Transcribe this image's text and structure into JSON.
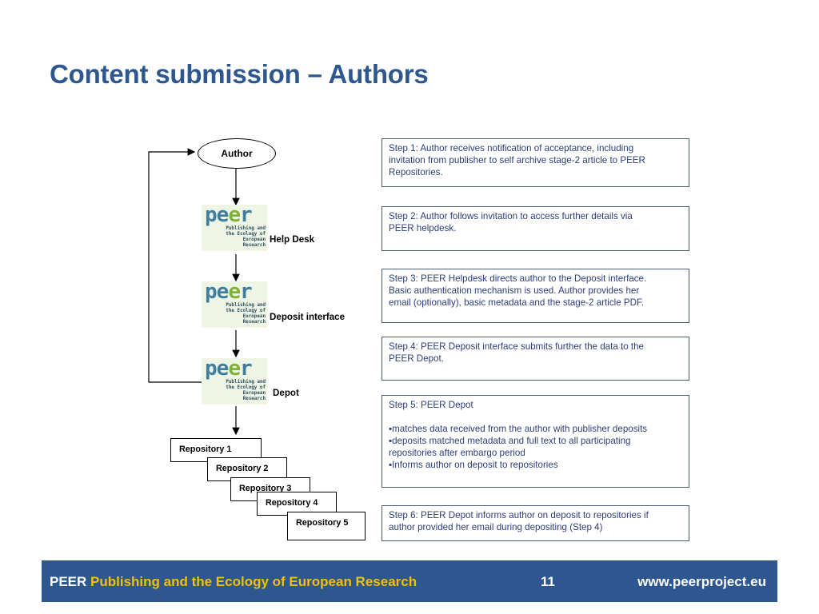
{
  "title": "Content submission – Authors",
  "diagram": {
    "author": "Author",
    "logo": {
      "word_start": "pe",
      "word_accent": "e",
      "word_end": "r",
      "tag_lines": [
        "Publishing and",
        "the Ecology of",
        "European",
        "Research"
      ]
    },
    "nodes": [
      "Help Desk",
      "Deposit interface",
      "Depot"
    ],
    "repositories": [
      "Repository 1",
      "Repository 2",
      "Repository 3",
      "Repository 4",
      "Repository 5"
    ]
  },
  "steps": [
    {
      "lines": [
        "Step 1: Author receives notification of acceptance, including",
        "invitation from publisher to self archive stage-2 article to PEER",
        "Repositories."
      ]
    },
    {
      "lines": [
        "Step 2: Author follows invitation to access further details via",
        "PEER helpdesk."
      ]
    },
    {
      "lines": [
        "Step 3: PEER Helpdesk directs author to the Deposit interface.",
        "Basic authentication mechanism is used. Author provides her",
        "email (optionally), basic metadata and the stage-2 article PDF."
      ]
    },
    {
      "lines": [
        "Step 4: PEER Deposit interface  submits further the data to the",
        "PEER Depot."
      ]
    },
    {
      "lines": [
        "Step 5: PEER Depot",
        "▪matches data received from the author with publisher deposits",
        "▪deposits matched metadata and full text to all participating",
        "repositories after embargo period",
        "▪Informs author on deposit to repositories"
      ]
    },
    {
      "lines": [
        "Step 6: PEER Depot informs author on deposit to repositories if",
        "author provided her email during depositing (Step 4)"
      ]
    }
  ],
  "footer": {
    "org_name": "PEER",
    "org_full": "Publishing and the Ecology of European Research",
    "page": "11",
    "url": "www.peerproject.eu"
  },
  "colors": {
    "title": "#2e5790",
    "footer_bg": "#2e5790",
    "footer_accent": "#f2c200",
    "step_text": "#2c3e7a"
  }
}
